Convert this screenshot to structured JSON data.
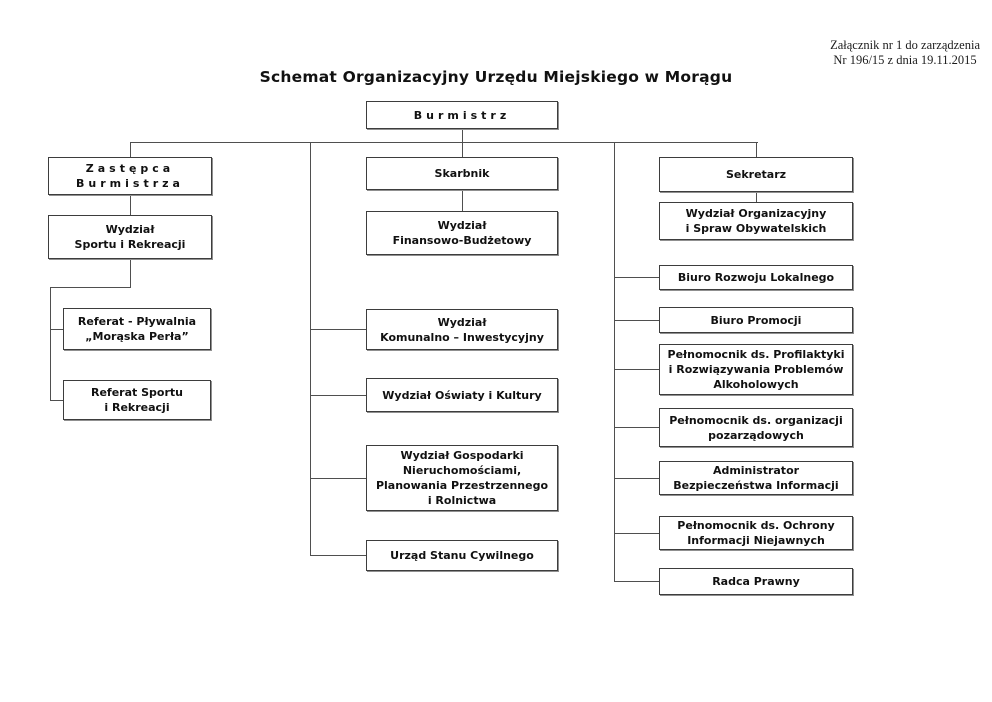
{
  "document": {
    "attachment_note": "Załącznik nr 1 do zarządzenia\nNr 196/15 z dnia 19.11.2015",
    "title": "Schemat Organizacyjny Urzędu Miejskiego w Morągu"
  },
  "colors": {
    "background": "#ffffff",
    "box_border": "#3d3d3d",
    "box_shadow": "#909090",
    "line": "#4f4f4f",
    "text": "#111111"
  },
  "org_structure": {
    "type": "org-chart",
    "root": "burmistrz"
  },
  "nodes": {
    "burmistrz": {
      "label": "Burmistrz",
      "reports_to": null
    },
    "zastepca": {
      "label": "Zastępca\nBurmistrza",
      "reports_to": "burmistrz"
    },
    "wydzial_sportu": {
      "label": "Wydział\nSportu i Rekreacji",
      "reports_to": "zastepca"
    },
    "referat_plywalnia": {
      "label": "Referat - Pływalnia\n„Morąska Perła”",
      "reports_to": "wydzial_sportu"
    },
    "referat_sportu": {
      "label": "Referat Sportu\ni Rekreacji",
      "reports_to": "wydzial_sportu"
    },
    "skarbnik": {
      "label": "Skarbnik",
      "reports_to": "burmistrz"
    },
    "wydzial_finansowo": {
      "label": "Wydział\nFinansowo-Budżetowy",
      "reports_to": "skarbnik"
    },
    "wydzial_komunalno": {
      "label": "Wydział\nKomunalno – Inwestycyjny",
      "reports_to": "burmistrz"
    },
    "wydzial_oswiaty": {
      "label": "Wydział Oświaty i Kultury",
      "reports_to": "burmistrz"
    },
    "wydzial_gospodarki": {
      "label": "Wydział Gospodarki\nNieruchomościami,\nPlanowania Przestrzennego\ni Rolnictwa",
      "reports_to": "burmistrz"
    },
    "urzad_stanu": {
      "label": "Urząd Stanu Cywilnego",
      "reports_to": "burmistrz"
    },
    "sekretarz": {
      "label": "Sekretarz",
      "reports_to": "burmistrz"
    },
    "wydzial_organizacyjny": {
      "label": "Wydział Organizacyjny\ni Spraw Obywatelskich",
      "reports_to": "sekretarz"
    },
    "biuro_rozwoju": {
      "label": "Biuro Rozwoju Lokalnego",
      "reports_to": "burmistrz"
    },
    "biuro_promocji": {
      "label": "Biuro Promocji",
      "reports_to": "burmistrz"
    },
    "pelnomocnik_profilaktyki": {
      "label": "Pełnomocnik ds. Profilaktyki\ni Rozwiązywania Problemów\nAlkoholowych",
      "reports_to": "burmistrz"
    },
    "pelnomocnik_organizacji": {
      "label": "Pełnomocnik ds. organizacji\npozarządowych",
      "reports_to": "burmistrz"
    },
    "administrator": {
      "label": "Administrator\nBezpieczeństwa Informacji",
      "reports_to": "burmistrz"
    },
    "pelnomocnik_ochrony": {
      "label": "Pełnomocnik ds. Ochrony\nInformacji Niejawnych",
      "reports_to": "burmistrz"
    },
    "radca_prawny": {
      "label": "Radca Prawny",
      "reports_to": "burmistrz"
    }
  }
}
